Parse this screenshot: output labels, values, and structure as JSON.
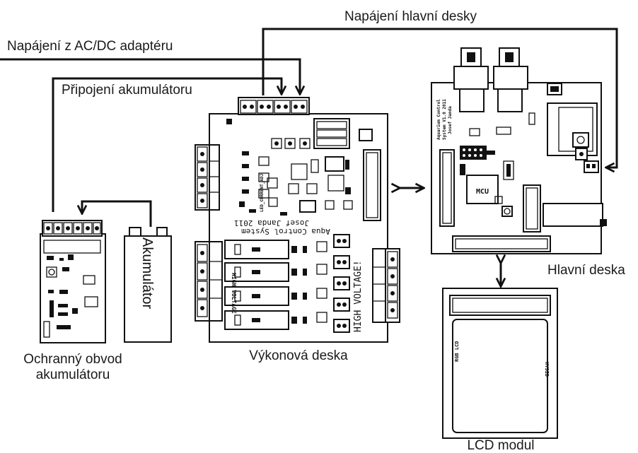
{
  "labels": {
    "main_power": "Napájení hlavní desky",
    "adapter_power": "Napájení z AC/DC adaptéru",
    "battery_connection": "Připojení akumulátoru",
    "battery": "Akumulátor",
    "protection_line1": "Ochranný obvod",
    "protection_line2": "akumulátoru",
    "power_board": "Výkonová deska",
    "main_board": "Hlavní deska",
    "lcd_module": "LCD modul"
  },
  "pcb_text": {
    "power_board_title_1": "Aqua Control System",
    "power_board_title_2": "Josef Janda 2011",
    "high_voltage_left": "HIGH VOLTAGE",
    "high_voltage_right": "HIGH VOLTAGE!",
    "led_current": "LED_CURRENT_ADJ",
    "main_board_title_1": "Aquarium Control",
    "main_board_title_2": "System V1.0 2011",
    "main_board_title_3": "Josef Janda",
    "mcu": "MCU",
    "lcd_left": "RGB LCD",
    "lcd_right": "HYSID"
  },
  "colors": {
    "ink": "#111111",
    "background": "#ffffff"
  }
}
